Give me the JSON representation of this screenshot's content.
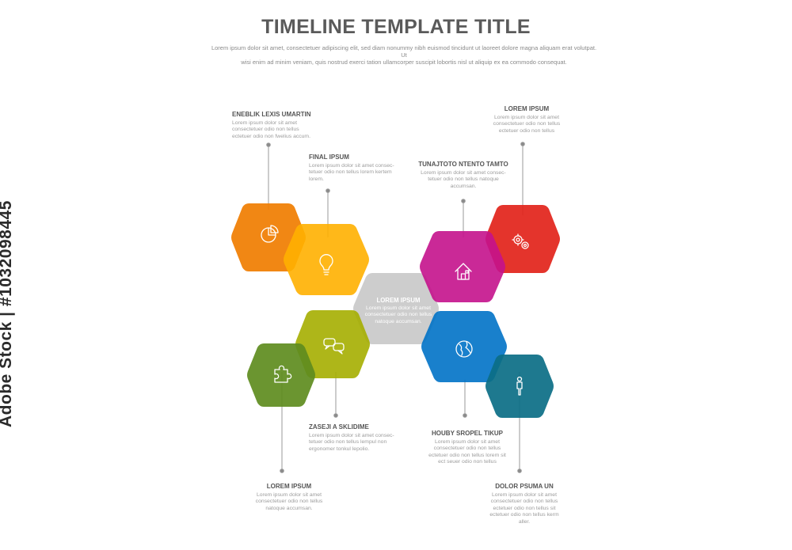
{
  "title": "TIMELINE TEMPLATE TITLE",
  "subtitle_lines": [
    "Lorem ipsum dolor sit amet, consectetuer adipiscing elit, sed diam nonummy nibh euismod tincidunt ut laoreet dolore magna aliquam erat volutpat. Ut",
    "wisi enim ad minim veniam, quis nostrud exerci tation ullamcorper suscipit lobortis nisl ut aliquip ex ea commodo consequat."
  ],
  "side_watermark": "Adobe Stock | #1032098445",
  "center": {
    "heading": "LOREM IPSUM",
    "body_lines": [
      "Lorem ipsum dolor sit amet",
      "consectetuer odio non tellus",
      "natoque accumsan."
    ],
    "color": "#c8c8c8"
  },
  "steps": [
    {
      "heading": "ENEBLIK LEXIS UMARTIN",
      "body_lines": [
        "Lorem ipsum dolor sit amet",
        "consectetuer odio non tellus",
        "ectetuer odio non fwelius accum."
      ],
      "color": "#f07d00",
      "icon": "pie-chart-icon"
    },
    {
      "heading": "FINAL IPSUM",
      "body_lines": [
        "Lorem ipsum dolor sit amet consec-",
        "tetuer odio non tellus lorem kertem",
        "lorem."
      ],
      "color": "#ffb000",
      "icon": "lightbulb-icon"
    },
    {
      "heading": "ZASEJI A SKLIDIME",
      "body_lines": [
        "Lorem ipsum dolor sit amet consec-",
        "tetuer odio non tellus lempul non",
        "ergonomer tonkul lepolio."
      ],
      "color": "#a5ae00",
      "icon": "chat-bubbles-icon"
    },
    {
      "heading": "LOREM IPSUM",
      "body_lines": [
        "Lorem ipsum dolor sit amet",
        "consectetuer odio non tellus",
        "natoque accumsan."
      ],
      "color": "#5e8c1e",
      "icon": "puzzle-icon"
    },
    {
      "heading": "LOREM IPSUM",
      "body_lines": [
        "Lorem ipsum dolor sit amet",
        "consectetuer odio non tellus",
        "ectetuer odio non tellus"
      ],
      "color": "#e2231a",
      "icon": "gears-icon"
    },
    {
      "heading": "TUNAJTOTO NTENTO TAMTO",
      "body_lines": [
        "Lorem ipsum dolor sit amet consec-",
        "tetuer odio non tellus natoque",
        "accumsan."
      ],
      "color": "#c4128c",
      "icon": "house-icon"
    },
    {
      "heading": "HOUBY SROPEL TIKUP",
      "body_lines": [
        "Lorem ipsum dolor sit amet",
        "consectetuer odio non tellus",
        "ectetuer odio non tellus lorem sit",
        "ect seuer odio non tellus"
      ],
      "color": "#0072c6",
      "icon": "globe-icon"
    },
    {
      "heading": "DOLOR PSUMA UN",
      "body_lines": [
        "Lorem ipsum dolor sit amet",
        "consectetuer odio non tellus",
        "ectetuer odio non tellus sit",
        "ectetuer odio non tellus kerm",
        "aller."
      ],
      "color": "#0b6e86",
      "icon": "person-icon"
    }
  ]
}
